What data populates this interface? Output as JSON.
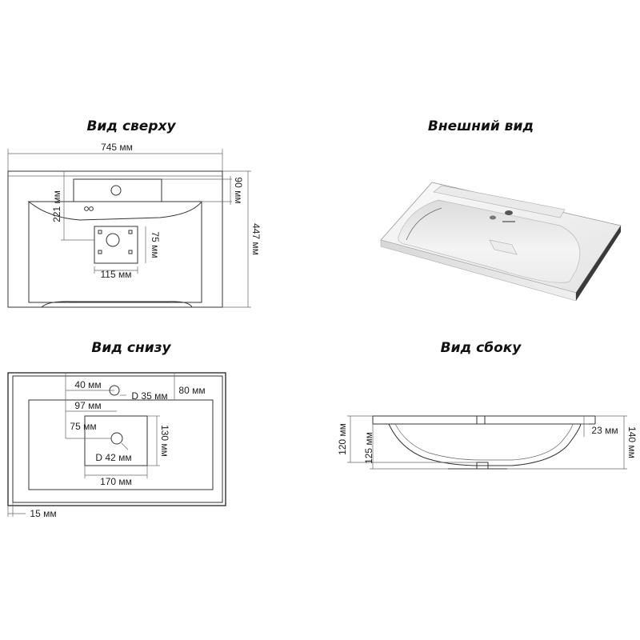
{
  "titles": {
    "top_view": "Вид сверху",
    "exterior_view": "Внешний вид",
    "bottom_view": "Вид снизу",
    "side_view": "Вид сбоку"
  },
  "top_view": {
    "width": "745 мм",
    "depth": "447 мм",
    "ledge": "90 мм",
    "bowl_offset": "221 мм",
    "drain_plate_height": "75 мм",
    "drain_plate_width": "115 мм"
  },
  "bottom_view": {
    "tap_offset": "40 мм",
    "tap_hole": "D 35 мм",
    "ledge": "80 мм",
    "drain_offset_1": "97 мм",
    "drain_offset_2": "75 мм",
    "drain_area_height": "130 мм",
    "drain_hole": "D 42 мм",
    "drain_area_width": "170 мм",
    "rim": "15 мм"
  },
  "side_view": {
    "height_total": "140 мм",
    "height_bowl": "120 мм",
    "height_outer": "125 мм",
    "rim_thickness": "23 мм"
  },
  "colors": {
    "line": "#333333",
    "background": "#ffffff",
    "sink": "#f2f2f2",
    "cabinet_edge": "#3a3a3a"
  }
}
